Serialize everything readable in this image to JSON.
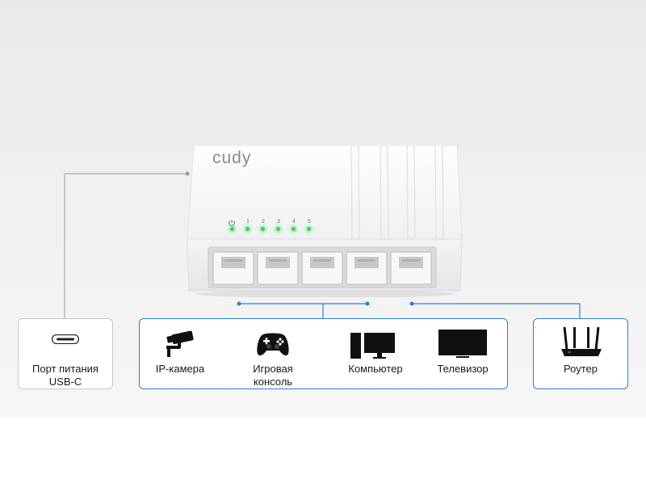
{
  "device": {
    "brand": "cudy",
    "port_labels": [
      "1",
      "2",
      "3",
      "4",
      "5"
    ]
  },
  "boxes": {
    "power": {
      "label_line1": "Порт питания",
      "label_line2": "USB-C"
    },
    "devices": [
      {
        "label_line1": "IP-камера",
        "label_line2": "",
        "icon": "ip-camera-icon"
      },
      {
        "label_line1": "Игровая",
        "label_line2": "консоль",
        "icon": "gamepad-icon"
      },
      {
        "label_line1": "Компьютер",
        "label_line2": "",
        "icon": "computer-icon"
      },
      {
        "label_line1": "Телевизор",
        "label_line2": "",
        "icon": "tv-icon"
      }
    ],
    "router": {
      "label_line1": "Роутер",
      "icon": "router-icon"
    }
  },
  "colors": {
    "accent": "#2d7fd6",
    "led": "#39d84a",
    "connector_gray": "#9a9a9e"
  }
}
